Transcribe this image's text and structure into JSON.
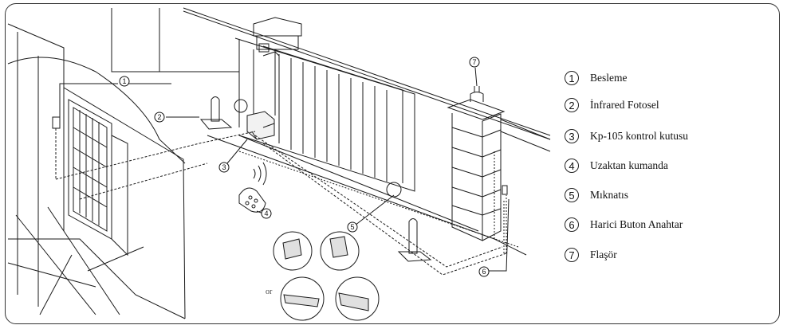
{
  "legend": {
    "items": [
      {
        "number": "1",
        "label": "Besleme"
      },
      {
        "number": "2",
        "label": "İnfrared Fotosel"
      },
      {
        "number": "3",
        "label": "Kp-105 kontrol kutusu"
      },
      {
        "number": "4",
        "label": "Uzaktan kumanda"
      },
      {
        "number": "5",
        "label": "Mıknatıs"
      },
      {
        "number": "6",
        "label": "Harici Buton Anahtar"
      },
      {
        "number": "7",
        "label": "Flaşör"
      }
    ]
  },
  "callouts": [
    "1",
    "2",
    "3",
    "4",
    "5",
    "6",
    "7"
  ],
  "alternative_label": "or",
  "colors": {
    "line": "#1a1a1a",
    "background": "#ffffff",
    "shade": "#dcdcdc"
  }
}
